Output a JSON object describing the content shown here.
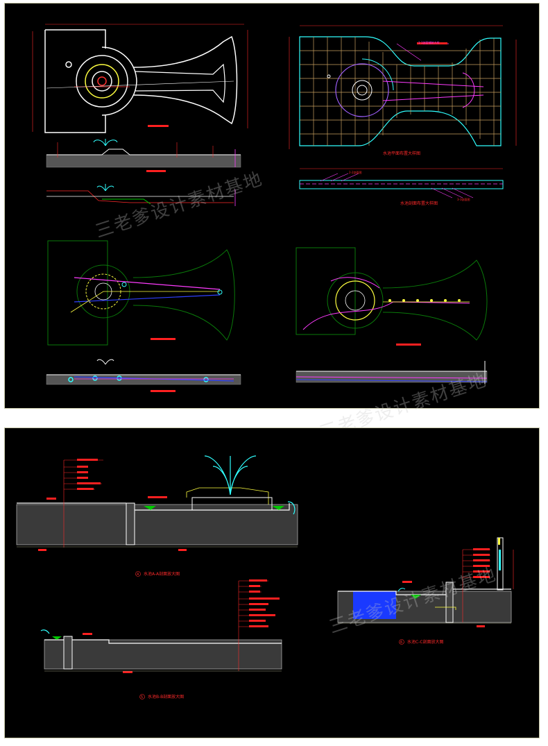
{
  "watermark": {
    "text": "三老爹设计素材基地"
  },
  "sheet_top": {
    "views": {
      "plan_outline": "",
      "plan_grid": "",
      "section_a": "",
      "section_b": "",
      "pipe_plan_left": "",
      "pipe_plan_right": "",
      "pipe_section_left": "",
      "pipe_section_right": ""
    },
    "captions": {
      "plan_grid_caption": "水池平面布置大样图",
      "plan_section_caption": "水池剖面布置大样图",
      "grid_label_1": "1-1剖面铺装大样",
      "strip_label_1": "2-2剖面图",
      "strip_label_2": "3-3剖面图"
    }
  },
  "sheet_bottom": {
    "captions": {
      "detail_4": "水池A-A剖面放大图",
      "detail_5": "水池B-B剖面放大图",
      "detail_6": "水池C-C剖面放大图"
    },
    "markers": {
      "detail_4_num": "4",
      "detail_5_num": "5",
      "detail_6_num": "6"
    }
  },
  "colors": {
    "background": "#000000",
    "frame": "#c8c8a8",
    "white_line": "#ffffff",
    "red": "#ff2020",
    "magenta": "#ff3cff",
    "yellow": "#ffff40",
    "green": "#00c800",
    "cyan": "#30ffff",
    "blue": "#2040ff"
  }
}
